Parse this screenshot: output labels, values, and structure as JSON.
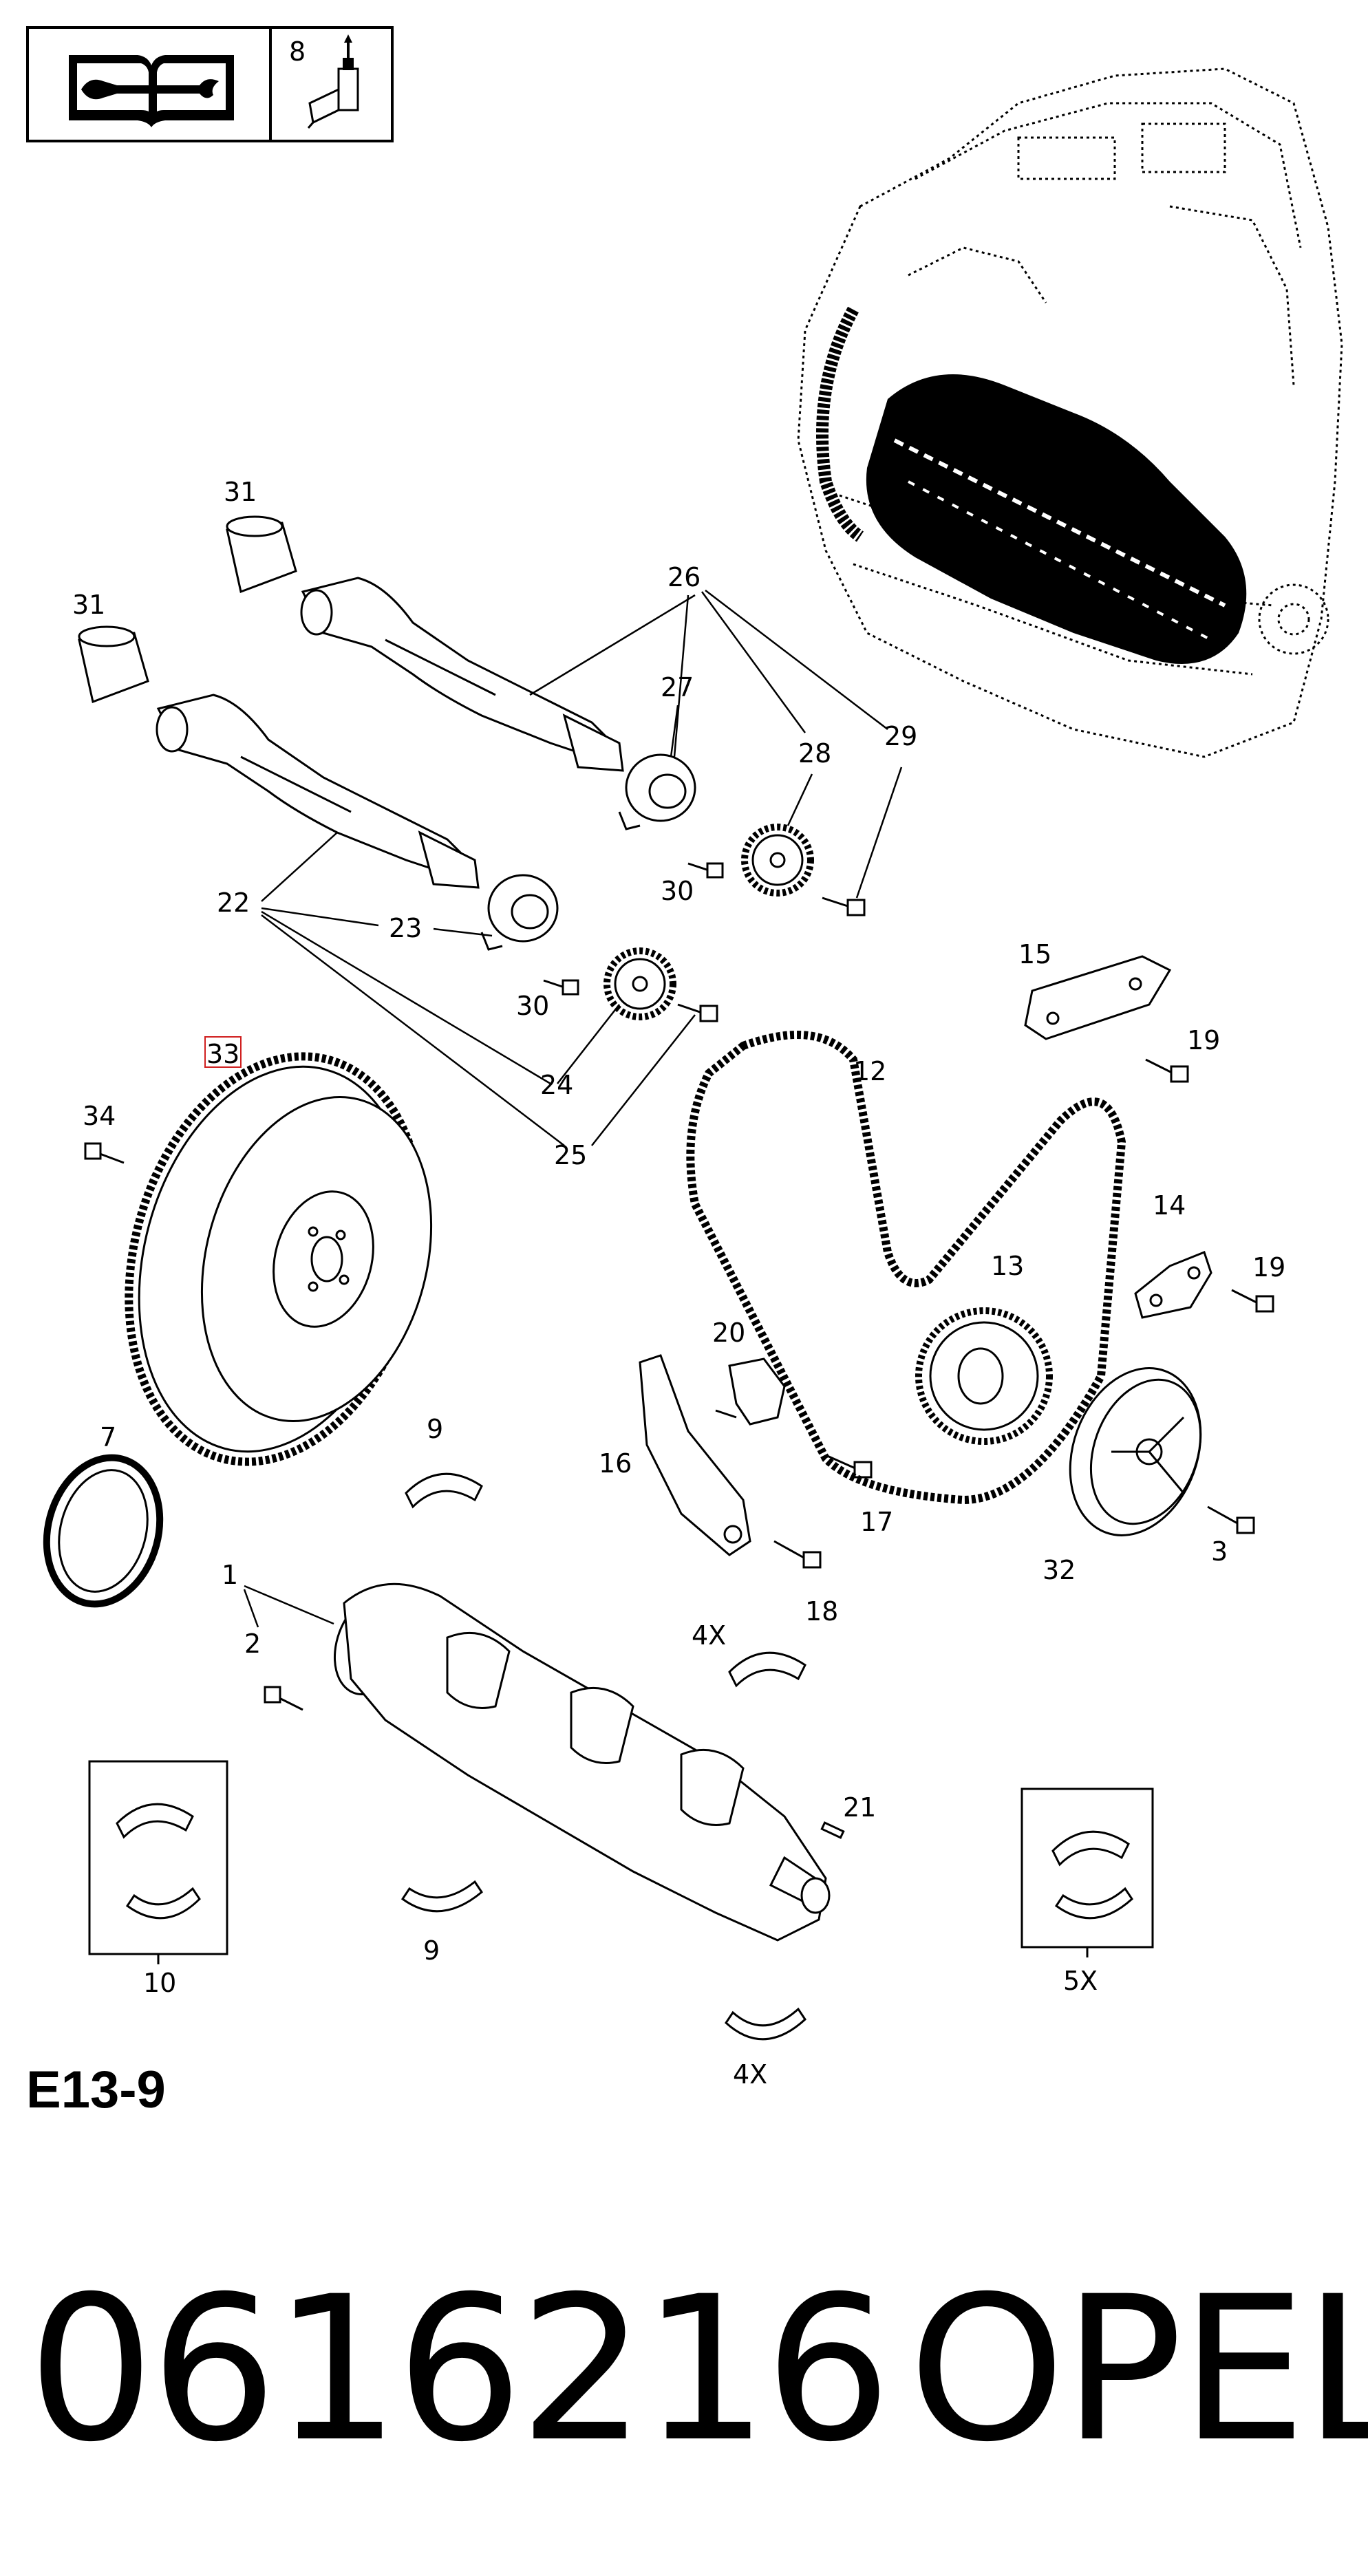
{
  "header": {
    "book_icon": "manual-book-wrench-icon",
    "adhesive_number": "8",
    "adhesive_icon": "adhesive-bottle-icon"
  },
  "callouts": {
    "c1": "1",
    "c2": "2",
    "c3": "3",
    "c4x_a": "4X",
    "c4x_b": "4X",
    "c5x": "5X",
    "c7": "7",
    "c9_a": "9",
    "c9_b": "9",
    "c10": "10",
    "c12": "12",
    "c13": "13",
    "c14": "14",
    "c15": "15",
    "c16": "16",
    "c17": "17",
    "c18": "18",
    "c19_a": "19",
    "c19_b": "19",
    "c20": "20",
    "c21": "21",
    "c22": "22",
    "c23": "23",
    "c24": "24",
    "c25": "25",
    "c26": "26",
    "c27": "27",
    "c28": "28",
    "c29": "29",
    "c30_a": "30",
    "c30_b": "30",
    "c31_a": "31",
    "c31_b": "31",
    "c32": "32",
    "c33": "33",
    "c34": "34"
  },
  "reference_code": "E13-9",
  "part_number": "0616216",
  "brand": "OPEL",
  "colors": {
    "highlight": "#d02020",
    "line": "#000000",
    "background": "#ffffff"
  }
}
